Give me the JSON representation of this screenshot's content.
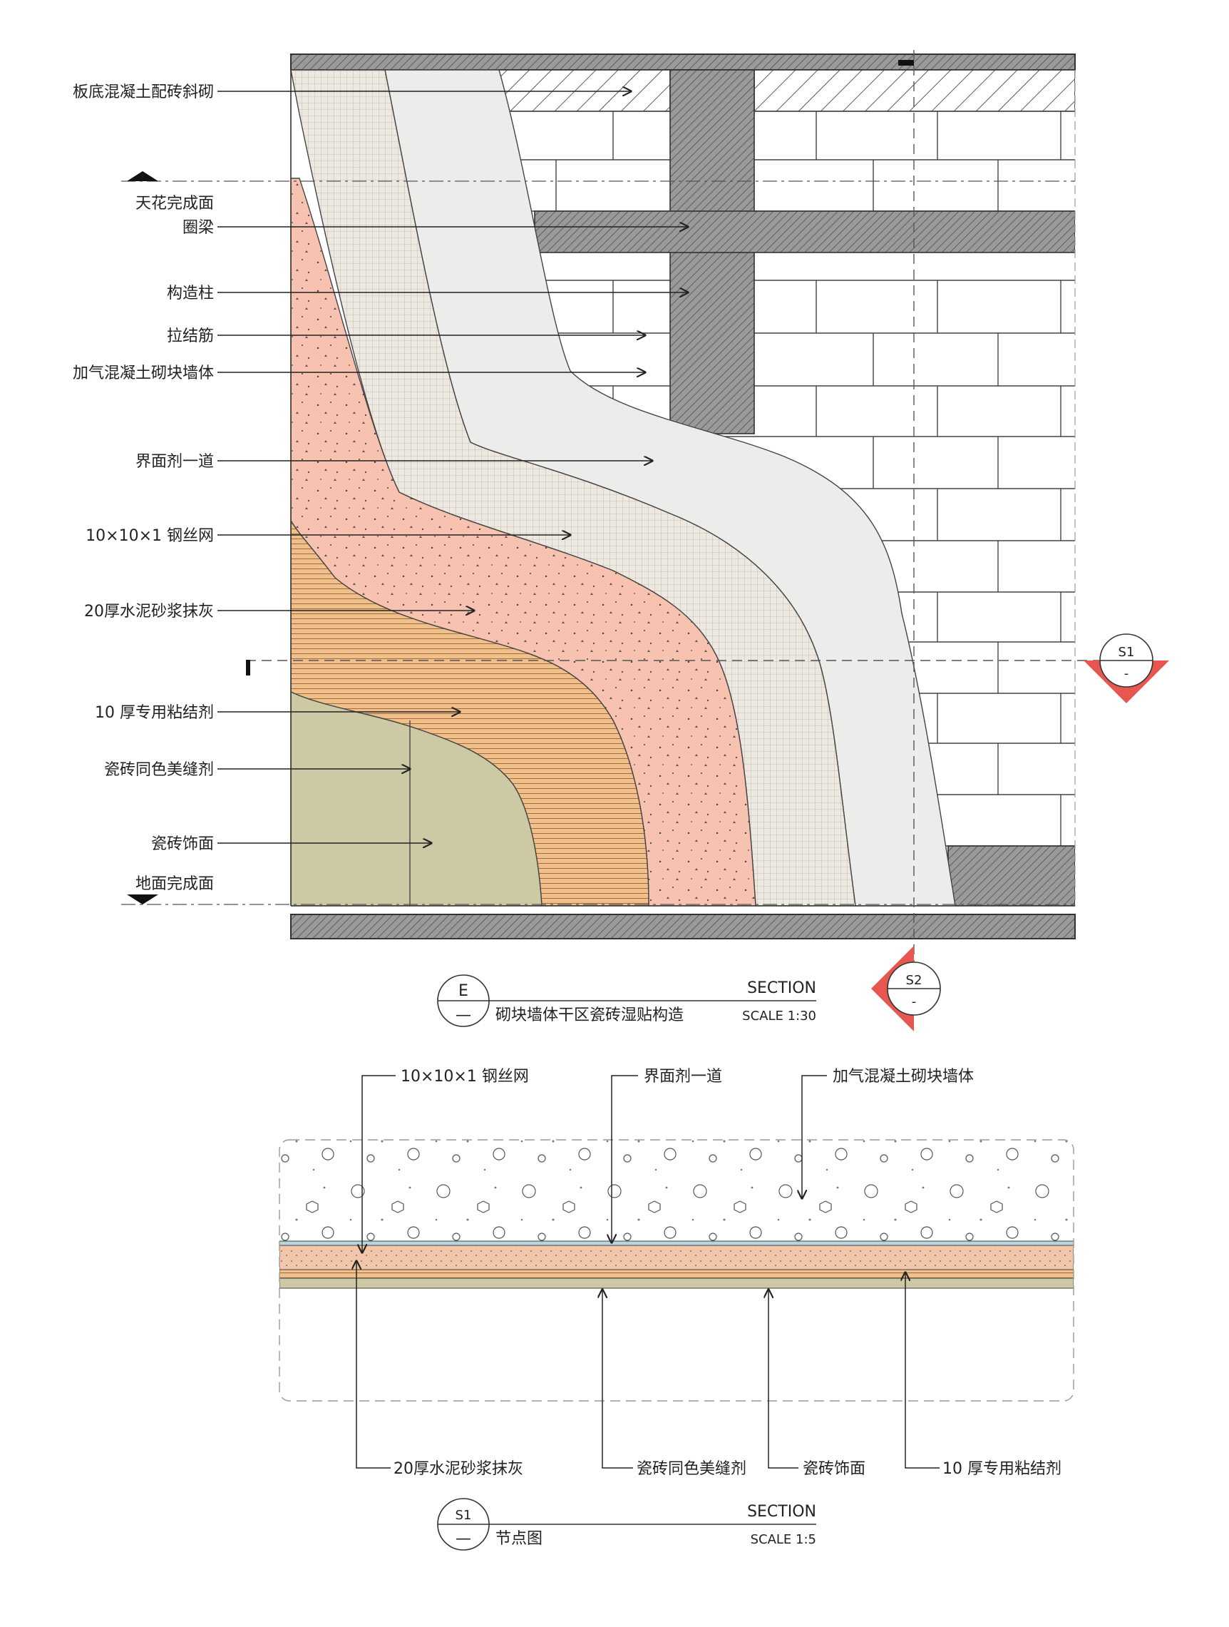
{
  "colors": {
    "concrete_hatch": "#8c8c8c",
    "brick": "#ffffff",
    "interface": "#ececea",
    "mesh": "#ede8e0",
    "mortar": "#f7c2b0",
    "adhesive": "#f0bf8a",
    "tile": "#cdc9a4",
    "section_marker": "#e8574f"
  },
  "elevation": {
    "left_labels": [
      "板底混凝土配砖斜砌",
      "天花完成面",
      "圈梁",
      "构造柱",
      "拉结筋",
      "加气混凝土砌块墙体",
      "界面剂一道",
      "10×10×1 钢丝网",
      "20厚水泥砂浆抹灰",
      "10 厚专用粘结剂",
      "瓷砖同色美缝剂",
      "瓷砖饰面",
      "地面完成面"
    ],
    "marker_s1": {
      "id": "S1",
      "sub": "-"
    },
    "marker_s2": {
      "id": "S2",
      "sub": "-"
    },
    "title_block": {
      "id": "E",
      "sub": "—",
      "section": "SECTION",
      "name": "砌块墙体干区瓷砖湿贴构造",
      "scale": "SCALE 1:30"
    }
  },
  "detail": {
    "top_labels": [
      "10×10×1 钢丝网",
      "界面剂一道",
      "加气混凝土砌块墙体"
    ],
    "bottom_labels": [
      "20厚水泥砂浆抹灰",
      "瓷砖同色美缝剂",
      "瓷砖饰面",
      "10 厚专用粘结剂"
    ],
    "title_block": {
      "id": "S1",
      "sub": "—",
      "section": "SECTION",
      "name": "节点图",
      "scale": "SCALE 1:5"
    }
  }
}
